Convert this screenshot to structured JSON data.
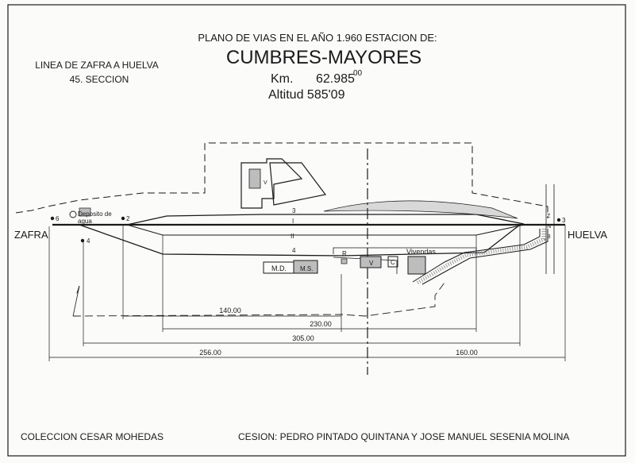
{
  "header": {
    "title": "PLANO DE VIAS EN EL AÑO 1.960 ESTACION DE:",
    "station": "CUMBRES-MAYORES",
    "km_label": "Km.",
    "km_value": "62.985",
    "km_sup": "00",
    "altitude": "Altitud 585'09"
  },
  "line": {
    "name": "LINEA DE ZAFRA A HUELVA",
    "section": "45. SECCION"
  },
  "endpoints": {
    "left": "ZAFRA",
    "right": "HUELVA"
  },
  "track_numbers": {
    "t1": "I",
    "t2": "II",
    "t3": "3",
    "t4": "4"
  },
  "switch_numbers": {
    "s2": "2",
    "s3": "3",
    "s4": "4",
    "s6": "6"
  },
  "buildings": {
    "deposito": "Deposito de",
    "deposito2": "agua",
    "md": "M.D.",
    "ms": "M.S.",
    "r": "R",
    "v": "V",
    "v_small": "V",
    "c": "C",
    "vivendas": "Vivendas",
    "z": "Z",
    "n": "N",
    "b": "B"
  },
  "dimensions": [
    "140.00",
    "230.00",
    "305.00",
    "256.00",
    "160.00"
  ],
  "footer": {
    "collection": "COLECCION CESAR MOHEDAS",
    "credit": "CESION: PEDRO PINTADO QUINTANA Y JOSE MANUEL SESENIA MOLINA"
  },
  "colors": {
    "ink": "#1a1a1a",
    "paper": "#fbfbfa"
  }
}
